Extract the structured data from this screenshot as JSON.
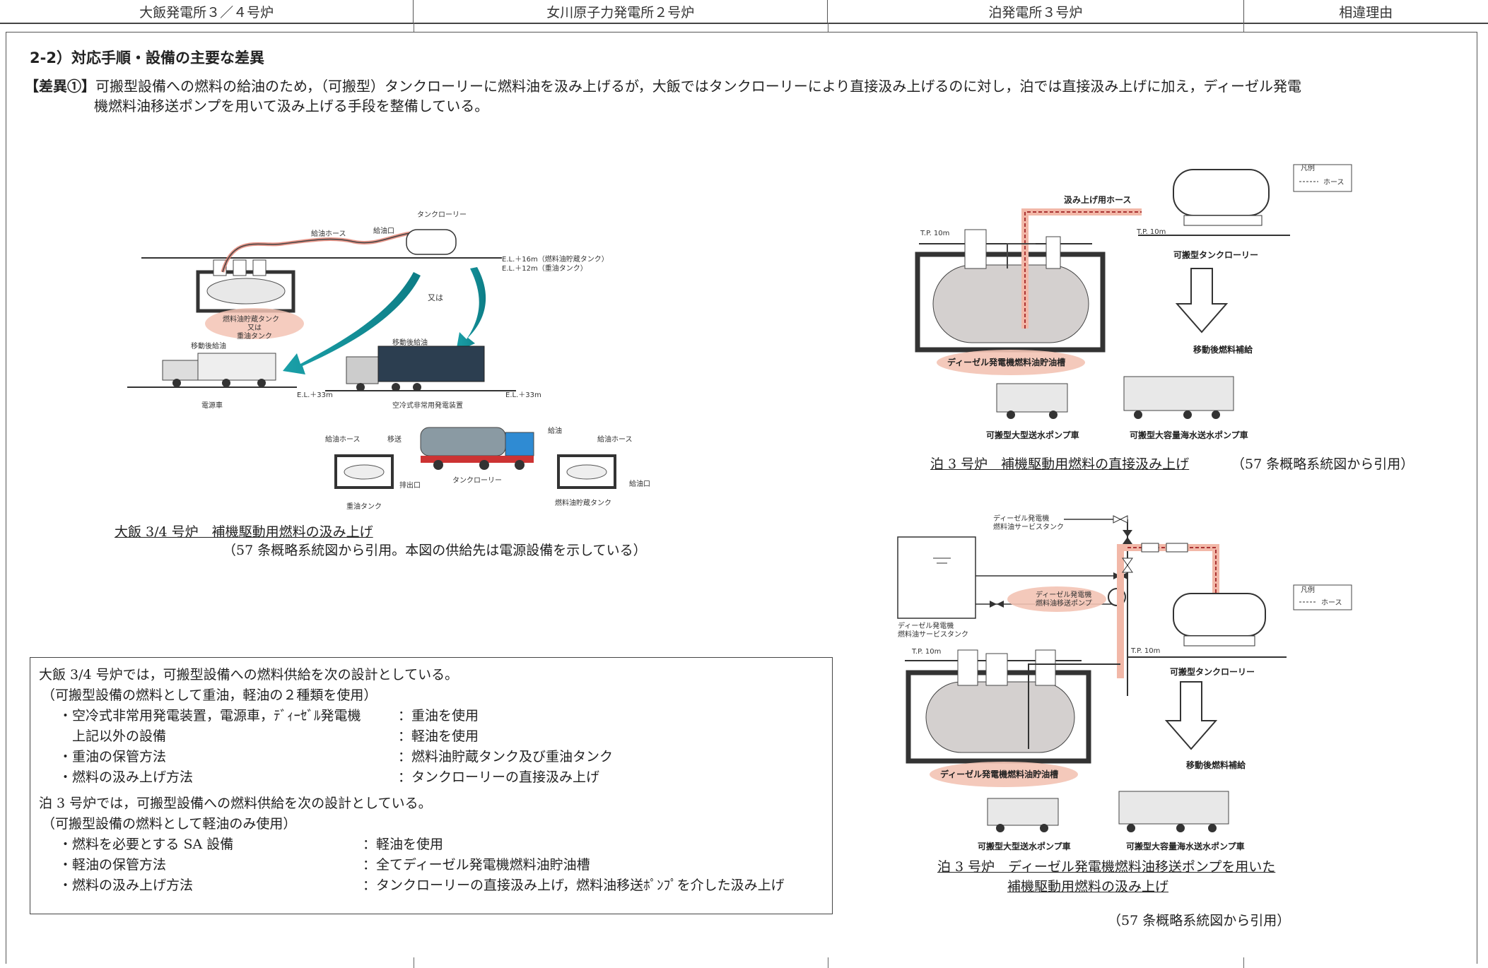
{
  "header": {
    "col1": "大飯発電所３／４号炉",
    "col2": "女川原子力発電所２号炉",
    "col3": "泊発電所３号炉",
    "col4": "相違理由"
  },
  "section_title": "2-2）対応手順・設備の主要な差異",
  "difference": {
    "label": "【差異①】",
    "line1": "可搬型設備への燃料の給油のため，（可搬型）タンクローリーに燃料油を汲み上げるが，大飯ではタンクローリーにより直接汲み上げるのに対し，泊では直接汲み上げに加え，ディーゼル発電",
    "line2": "機燃料油移送ポンプを用いて汲み上げる手段を整備している。"
  },
  "ohi_figure": {
    "labels": {
      "tank_lorry": "タンクローリー",
      "supply_port": "給油口",
      "supply_hose": "給油ホース",
      "el1": "E.L.＋16m（燃料油貯蔵タンク）",
      "el2": "E.L.＋12m（重油タンク）",
      "or": "又は",
      "storage_tank1": "燃料油貯蔵タンク",
      "storage_tank2": "又は",
      "storage_tank3": "重油タンク",
      "after_move_left": "移動後給油",
      "after_move_right": "移動後給油",
      "power_car": "電源車",
      "el33_left": "E.L.＋33m",
      "el33_right": "E.L.＋33m",
      "air_gen": "空冷式非常用発電装置",
      "hose_left": "給油ホース",
      "transfer": "移送",
      "supply": "給油",
      "hose_right": "給油ホース",
      "outlet_left": "排出口",
      "outlet_right": "給油口",
      "lorry_lower": "タンクローリー",
      "heavy_tank": "重油タンク",
      "storage_tank_lower": "燃料油貯蔵タンク"
    },
    "caption": "大飯 3/4 号炉　補機駆動用燃料の汲み上げ",
    "subcaption": "（57 条概略系統図から引用。本図の供給先は電源設備を示している）"
  },
  "tomari_fig1": {
    "labels": {
      "hose_top": "汲み上げ用ホース",
      "legend_title": "凡例",
      "legend_hose": "ホース",
      "tp_left": "T.P. 10m",
      "tp_right": "T.P. 10m",
      "lorry": "可搬型タンクローリー",
      "after_move": "移動後燃料補給",
      "tank": "ディーゼル発電機燃料油貯油槽",
      "pump_car": "可搬型大型送水ポンプ車",
      "sea_pump_car": "可搬型大容量海水送水ポンプ車"
    },
    "caption": "泊 3 号炉　補機駆動用燃料の直接汲み上げ",
    "source": "（57 条概略系統図から引用）"
  },
  "tomari_fig2": {
    "labels": {
      "service_tank_top1": "ディーゼル発電機",
      "service_tank_top2": "燃料油サービスタンク",
      "service_tank_left1": "ディーゼル発電機",
      "service_tank_left2": "燃料油サービスタンク",
      "pump1": "ディーゼル発電機",
      "pump2": "燃料油移送ポンプ",
      "legend_title": "凡例",
      "legend_hose": "ホース",
      "tp_left": "T.P. 10m",
      "tp_right": "T.P. 10m",
      "lorry": "可搬型タンクローリー",
      "after_move": "移動後燃料補給",
      "tank": "ディーゼル発電機燃料油貯油槽",
      "pump_car": "可搬型大型送水ポンプ車",
      "sea_pump_car": "可搬型大容量海水送水ポンプ車"
    },
    "caption1": "泊 3 号炉　ディーゼル発電機燃料油移送ポンプを用いた",
    "caption2": "補機駆動用燃料の汲み上げ",
    "source": "（57 条概略系統図から引用）"
  },
  "summary": {
    "intro1": "大飯 3/4 号炉では，可搬型設備への燃料供給を次の設計としている。",
    "sub1": "（可搬型設備の燃料として重油，軽油の２種類を使用）",
    "rows1": [
      {
        "k": "・空冷式非常用発電装置，電源車，ﾃﾞｨｰｾﾞﾙ発電機",
        "v": "：重油を使用"
      },
      {
        "k": "　上記以外の設備",
        "v": "：軽油を使用"
      },
      {
        "k": "・重油の保管方法",
        "v": "：燃料油貯蔵タンク及び重油タンク"
      },
      {
        "k": "・燃料の汲み上げ方法",
        "v": "：タンクローリーの直接汲み上げ"
      }
    ],
    "intro2": "泊 3 号炉では，可搬型設備への燃料供給を次の設計としている。",
    "sub2": "（可搬型設備の燃料として軽油のみ使用）",
    "rows2": [
      {
        "k": "・燃料を必要とする SA 設備",
        "v": "：軽油を使用"
      },
      {
        "k": "・軽油の保管方法",
        "v": "：全てディーゼル発電機燃料油貯油槽"
      },
      {
        "k": "・燃料の汲み上げ方法",
        "v": "：タンクローリーの直接汲み上げ，燃料油移送ﾎﾟﾝﾌﾟを介した汲み上げ"
      }
    ]
  }
}
